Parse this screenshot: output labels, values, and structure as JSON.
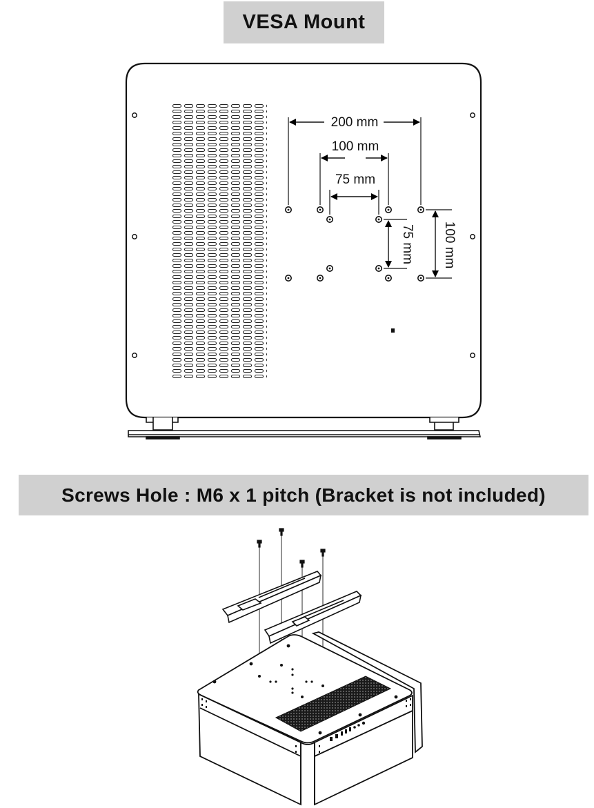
{
  "title": "VESA Mount",
  "screws_note": "Screws Hole : M6 x 1 pitch (Bracket is not included)",
  "dimensions": {
    "h200": "200 mm",
    "h100": "100 mm",
    "h75": "75 mm",
    "v75": "75 mm",
    "v100": "100 mm"
  }
}
